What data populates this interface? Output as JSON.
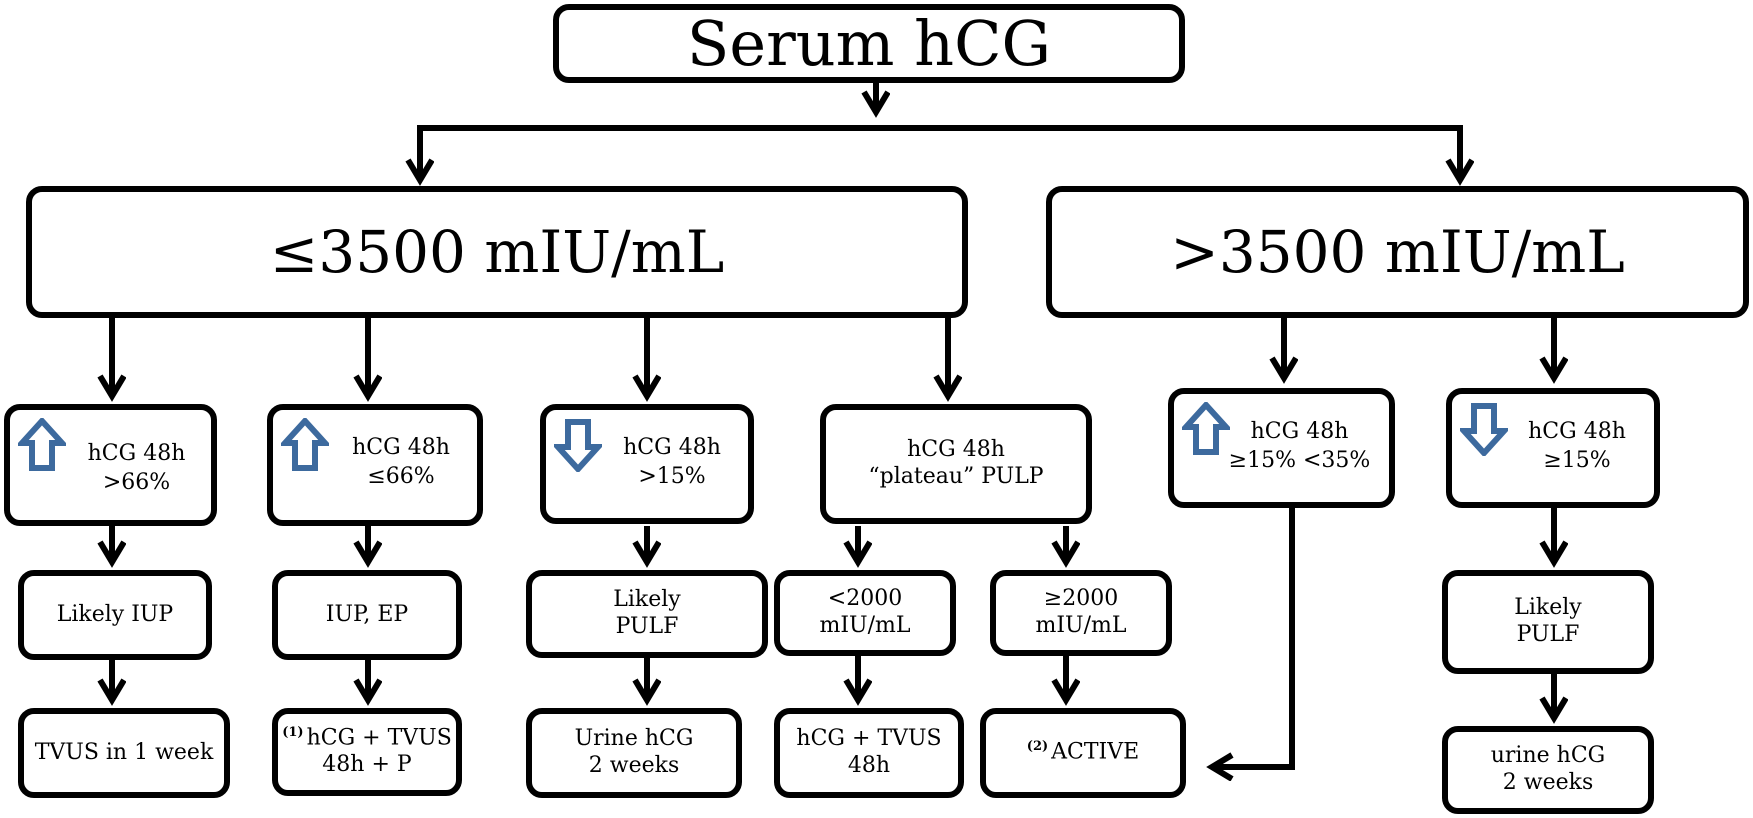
{
  "root": {
    "label": "Serum hCG"
  },
  "branches": {
    "low": {
      "label": "≤3500 mIU/mL"
    },
    "high": {
      "label": ">3500 mIU/mL"
    }
  },
  "trends": [
    {
      "icon": "up-arrow-icon",
      "lines": [
        "hCG 48h",
        ">66%"
      ]
    },
    {
      "icon": "up-arrow-icon",
      "lines": [
        "hCG 48h",
        "≤66%"
      ]
    },
    {
      "icon": "down-arrow-icon",
      "lines": [
        "hCG 48h",
        ">15%"
      ]
    },
    {
      "icon": "none",
      "lines": [
        "hCG 48h",
        "“plateau”   PULP"
      ]
    },
    {
      "icon": "up-arrow-icon",
      "lines": [
        "hCG 48h",
        "≥15% <35%"
      ]
    },
    {
      "icon": "down-arrow-icon",
      "lines": [
        "hCG 48h",
        "≥15%"
      ]
    }
  ],
  "interpretations": [
    {
      "lines": [
        "Likely IUP"
      ]
    },
    {
      "lines": [
        "IUP, EP"
      ]
    },
    {
      "lines": [
        "Likely",
        "PULF"
      ]
    },
    {
      "lines": [
        "<2000",
        "mIU/mL"
      ]
    },
    {
      "lines": [
        "≥2000",
        "mIU/mL"
      ]
    },
    {
      "lines": [
        "Likely",
        "PULF"
      ]
    }
  ],
  "actions": [
    {
      "note": "",
      "lines": [
        "TVUS in 1 week"
      ]
    },
    {
      "note": "(1)",
      "lines": [
        "hCG + TVUS",
        "48h  + P"
      ]
    },
    {
      "note": "",
      "lines": [
        "Urine hCG",
        "2 weeks"
      ]
    },
    {
      "note": "",
      "lines": [
        "hCG + TVUS",
        "48h"
      ]
    },
    {
      "note": "(2)",
      "lines": [
        "ACTIVE"
      ]
    },
    {
      "note": "",
      "lines": [
        "urine hCG",
        "2 weeks"
      ]
    }
  ],
  "colors": {
    "line": "#000000",
    "box_border": "#000000",
    "icon_fill": "#ffffff",
    "icon_stroke": "#3d6a9e"
  }
}
